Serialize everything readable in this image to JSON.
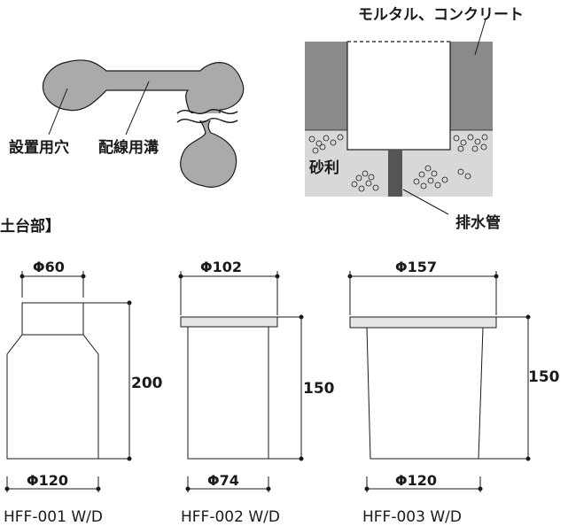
{
  "top_left": {
    "label_hole": "設置用穴",
    "label_groove": "配線用溝"
  },
  "top_right": {
    "label_mortar": "モルタル、コンクリート",
    "label_gravel": "砂利",
    "label_drain": "排水管"
  },
  "section_title": "土台部】",
  "products": [
    {
      "model": "HFF-001 W/D",
      "top_dim": "Φ60",
      "bottom_dim": "Φ120",
      "height": "200"
    },
    {
      "model": "HFF-002 W/D",
      "top_dim": "Φ102",
      "bottom_dim": "Φ74",
      "height": "150"
    },
    {
      "model": "HFF-003 W/D",
      "top_dim": "Φ157",
      "bottom_dim": "Φ120",
      "height": "150"
    }
  ],
  "colors": {
    "line": "#1a1a1a",
    "concrete": "#8a8a8a",
    "gravel_bg": "#d8d8d8",
    "part_fill": "#ffffff",
    "cap_fill": "#e6e6e6",
    "shape_fill": "#aaaaaa"
  }
}
